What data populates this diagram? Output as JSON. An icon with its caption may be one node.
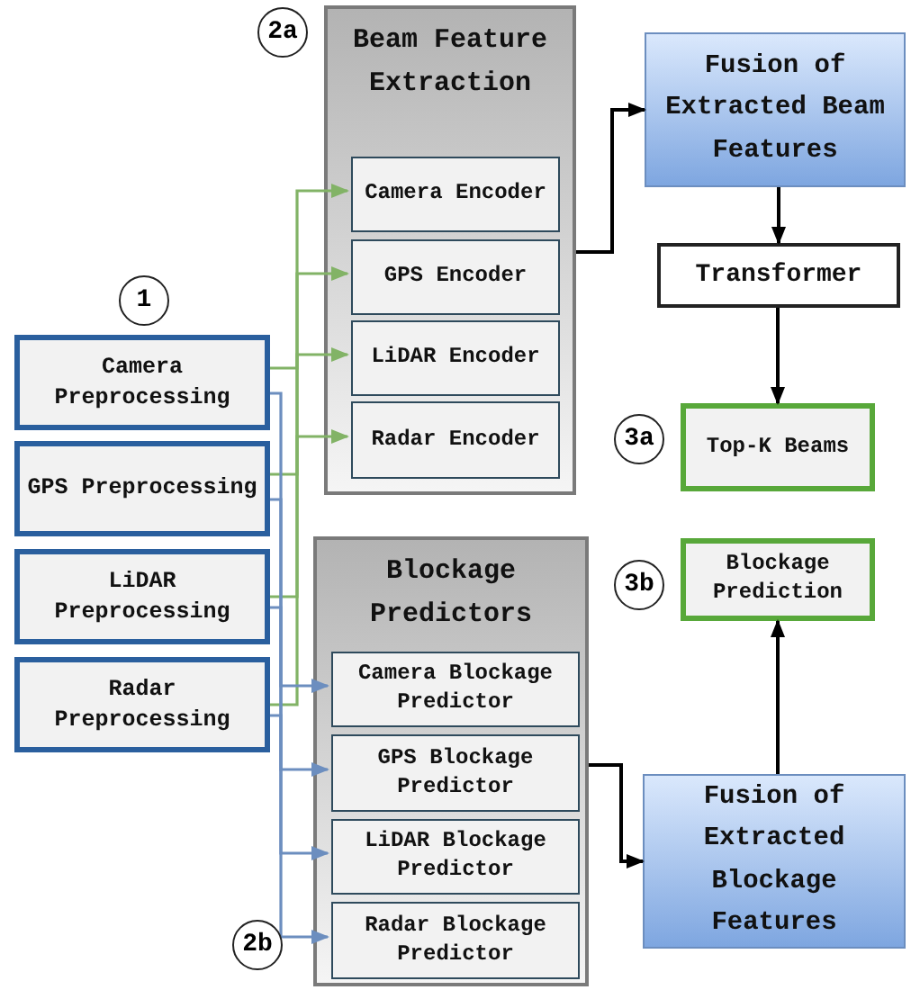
{
  "diagram": {
    "nodes": [
      {
        "text": [
          "Beam Feature Extraction"
        ]
      },
      {
        "text": [
          "Camera Encoder"
        ],
        "in": 0
      },
      {
        "text": [
          "GPS Encoder"
        ],
        "in": 0
      },
      {
        "text": [
          "LiDAR Encoder"
        ],
        "in": 0
      },
      {
        "text": [
          "Radar Encoder"
        ],
        "in": 0
      },
      {
        "text": [
          "Fusion of Extracted Beam Features"
        ]
      },
      {
        "text": [
          "Transformer"
        ]
      },
      {
        "text": [
          "Top-K Beams"
        ]
      },
      {
        "text": [
          "Blockage Prediction"
        ]
      },
      {
        "text": [
          "Camera Preprocessing"
        ]
      },
      {
        "text": [
          "GPS Preprocessing"
        ]
      },
      {
        "text": [
          "LiDAR Preprocessing"
        ]
      },
      {
        "text": [
          "Radar Preprocessing"
        ]
      },
      {
        "text": [
          "Blockage Predictors"
        ]
      },
      {
        "text": [
          "Camera Blockage Predictor"
        ],
        "in": 13
      },
      {
        "text": [
          "GPS Blockage Predictor"
        ],
        "in": 13
      },
      {
        "text": [
          "LiDAR Blockage Predictor"
        ],
        "in": 13
      },
      {
        "text": [
          "Radar Blockage Predictor"
        ],
        "in": 13
      },
      {
        "text": [
          "Fusion of Extracted Blockage Features"
        ]
      }
    ],
    "edges": [
      {
        "from": 9,
        "to": 1,
        "arrow": "to",
        "color": "#82b366"
      },
      {
        "from": 10,
        "to": 2,
        "arrow": "to",
        "color": "#82b366"
      },
      {
        "from": 11,
        "to": 3,
        "arrow": "to",
        "color": "#82b366"
      },
      {
        "from": 12,
        "to": 4,
        "arrow": "to",
        "color": "#82b366"
      },
      {
        "from": 9,
        "to": 14,
        "arrow": "to",
        "color": "#6c8ebf"
      },
      {
        "from": 10,
        "to": 15,
        "arrow": "to",
        "color": "#6c8ebf"
      },
      {
        "from": 11,
        "to": 16,
        "arrow": "to",
        "color": "#6c8ebf"
      },
      {
        "from": 12,
        "to": 17,
        "arrow": "to",
        "color": "#6c8ebf"
      },
      {
        "from": 0,
        "to": 5,
        "arrow": "to"
      },
      {
        "from": 5,
        "to": 6,
        "arrow": "to"
      },
      {
        "from": 6,
        "to": 7,
        "arrow": "to"
      },
      {
        "from": 13,
        "to": 18,
        "arrow": "to"
      },
      {
        "from": 18,
        "to": 8,
        "arrow": "to"
      }
    ],
    "labels": [
      "2a",
      "1",
      "3a",
      "3b",
      "2b"
    ]
  }
}
